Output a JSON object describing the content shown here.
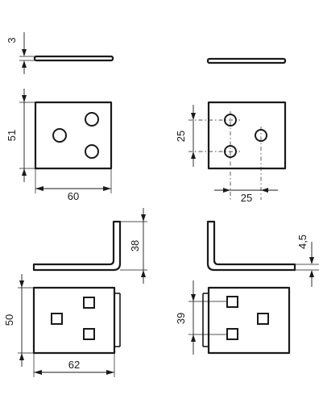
{
  "dimensions": {
    "plate_thickness": "3",
    "plate_height": "51",
    "plate_width": "60",
    "hole_spacing_vertical": "25",
    "hole_spacing_horizontal": "25",
    "angle_flange_height": "38",
    "angle_thickness": "4,5",
    "angle_plate_height": "50",
    "angle_plate_width": "62",
    "angle_hole_spacing": "39"
  },
  "colors": {
    "line": "#1a1a1a",
    "background": "#ffffff"
  }
}
